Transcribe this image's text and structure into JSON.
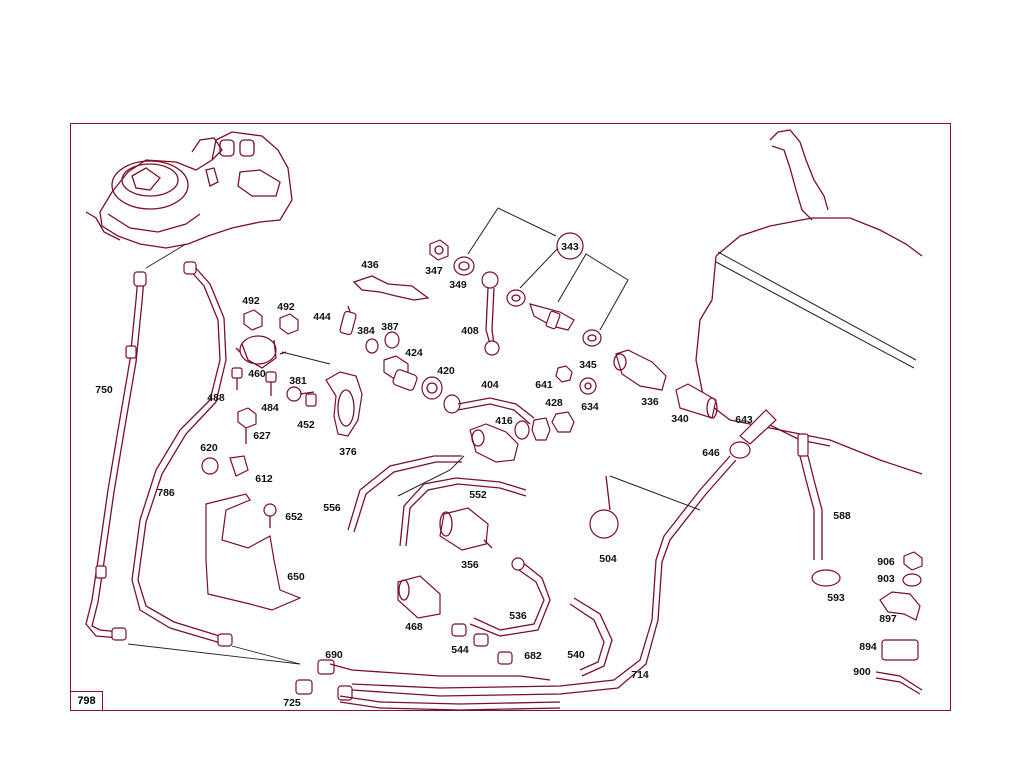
{
  "diagram": {
    "reference_number": "798",
    "group_callout": "343",
    "part_labels": [
      "347",
      "349",
      "436",
      "343",
      "492",
      "492",
      "444",
      "384",
      "387",
      "408",
      "424",
      "460",
      "420",
      "641",
      "345",
      "381",
      "404",
      "488",
      "484",
      "452",
      "428",
      "634",
      "336",
      "340",
      "643",
      "416",
      "627",
      "376",
      "620",
      "612",
      "646",
      "556",
      "552",
      "588",
      "652",
      "356",
      "504",
      "906",
      "903",
      "650",
      "536",
      "593",
      "897",
      "468",
      "894",
      "544",
      "682",
      "540",
      "690",
      "714",
      "900",
      "750",
      "786",
      "725"
    ]
  },
  "colors": {
    "frame": "#8a1030",
    "line_art": "#7a1028",
    "text": "#111111"
  }
}
